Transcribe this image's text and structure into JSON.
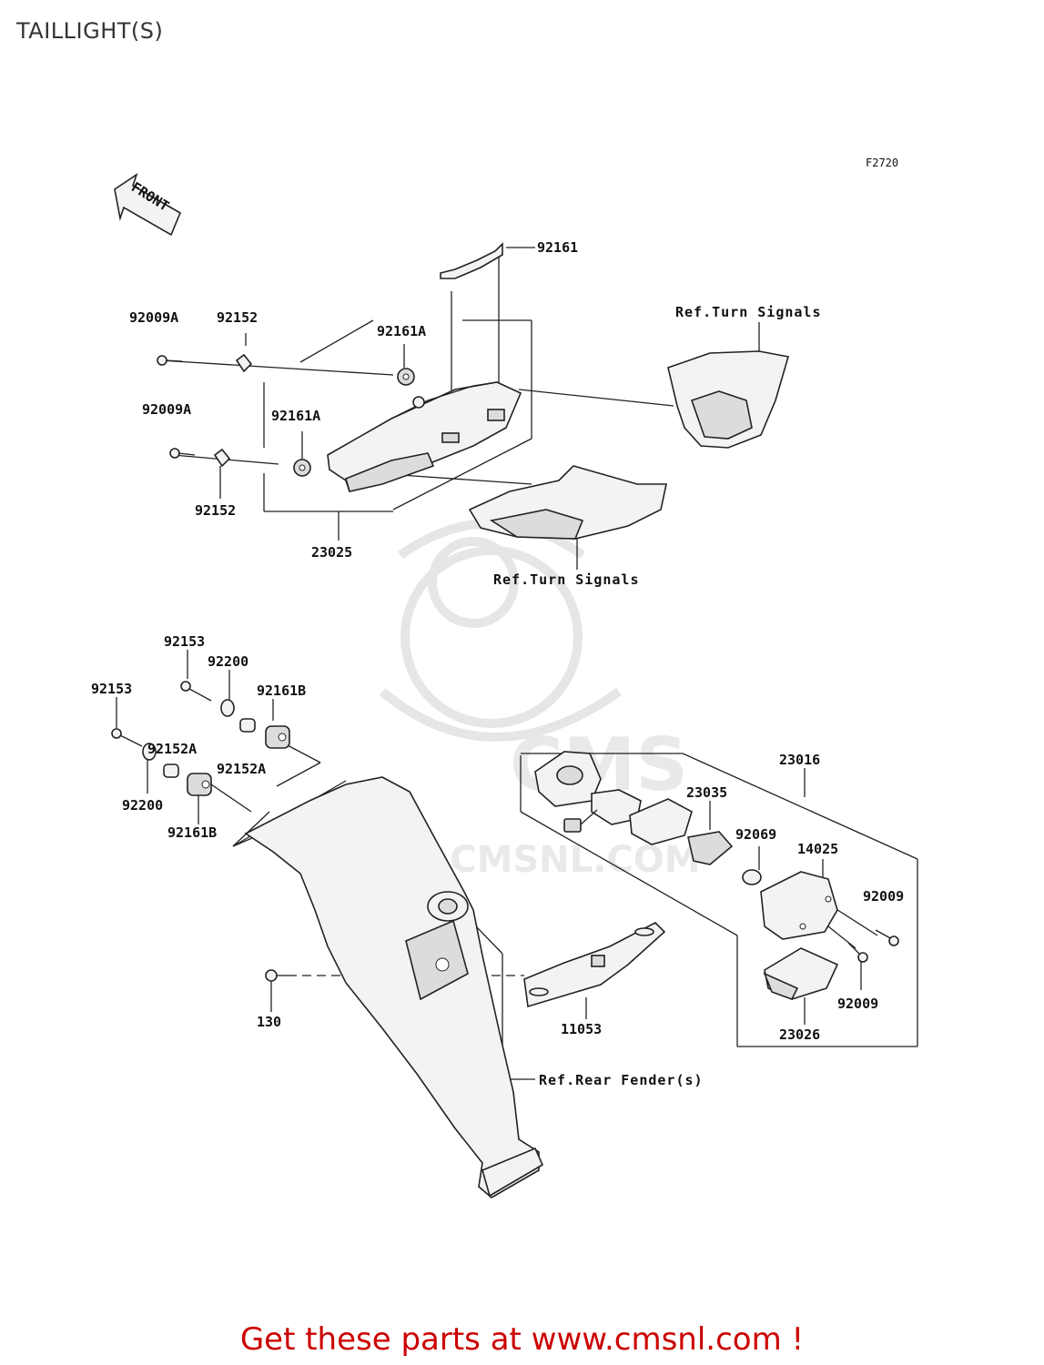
{
  "page": {
    "title": "TAILLIGHT(S)",
    "figure_code": "F2720",
    "promo": "Get these parts at www.cmsnl.com !",
    "front_arrow": "FRONT"
  },
  "watermark": {
    "brand": "CMS",
    "url": "WWW.CMSNL.COM"
  },
  "callouts": {
    "c92161": "92161",
    "c92009A_top": "92009A",
    "c92152_top": "92152",
    "c92161A_top": "92161A",
    "ref_turn_signals_right": "Ref.Turn Signals",
    "c92009A_bottom": "92009A",
    "c92161A_bottom": "92161A",
    "c92152_bottom": "92152",
    "c23025": "23025",
    "ref_turn_signals_bottom": "Ref.Turn Signals",
    "c92153_top": "92153",
    "c92200_top": "92200",
    "c92161B_top": "92161B",
    "c92153_left": "92153",
    "c92152A_left": "92152A",
    "c92152A_right": "92152A",
    "c92200_left": "92200",
    "c92161B_bottom": "92161B",
    "c23016": "23016",
    "c23035": "23035",
    "c92069": "92069",
    "c14025": "14025",
    "c92009_upper": "92009",
    "c92009_lower": "92009",
    "c23026": "23026",
    "c130": "130",
    "c11053": "11053",
    "ref_rear_fenders": "Ref.Rear Fender(s)"
  }
}
